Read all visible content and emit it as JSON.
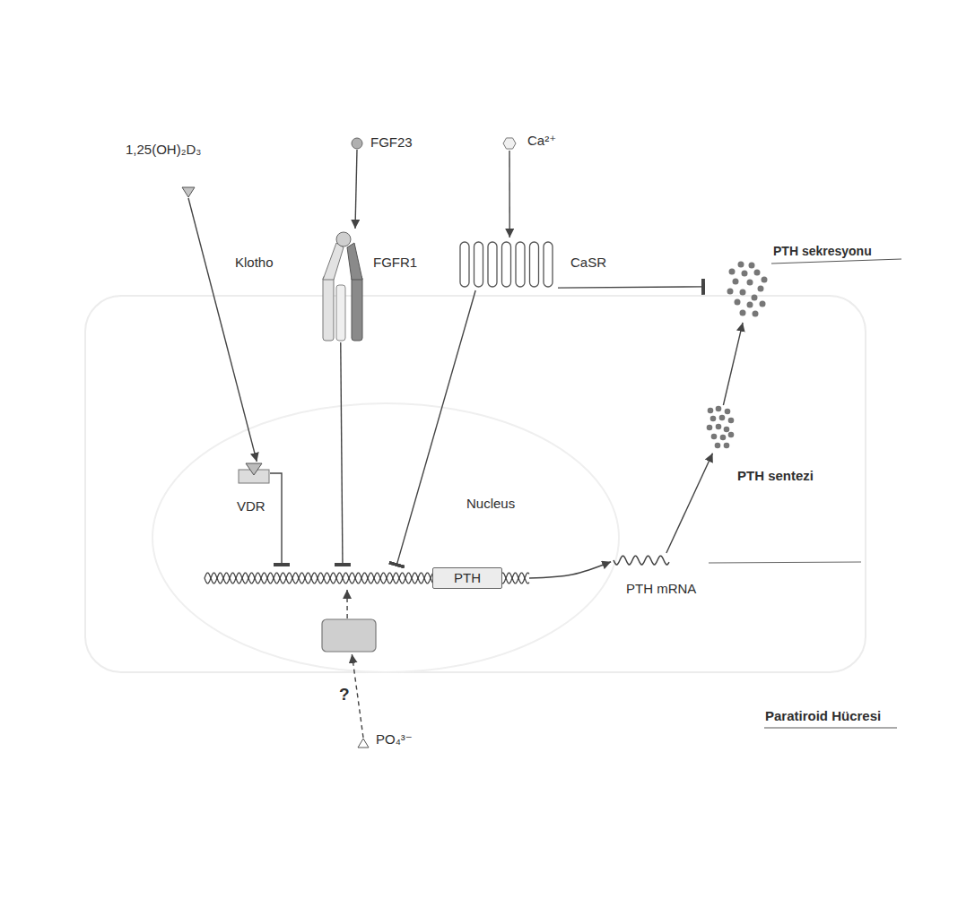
{
  "diagram": {
    "nodes": [
      {
        "text": [
          "1,25(OH)₂D₃"
        ]
      },
      {
        "text": [
          "FGF23"
        ]
      },
      {
        "text": [
          "Ca²⁺"
        ]
      },
      {
        "text": [
          "Klotho",
          "FGFR1"
        ]
      },
      {
        "text": [
          "CaSR"
        ]
      },
      {
        "text": [
          "VDR"
        ]
      },
      {
        "text": [
          "PTH"
        ]
      },
      {
        "text": [
          "PTH mRNA"
        ]
      },
      {
        "text": [
          "PTH sentezi"
        ]
      },
      {
        "text": [
          "PTH sekresyonu"
        ]
      },
      {
        "text": [
          "?"
        ]
      },
      {
        "text": [
          "PO₄³⁻"
        ]
      }
    ],
    "edges": [
      {
        "from": 0,
        "to": 5,
        "arrow": "to"
      },
      {
        "from": 1,
        "to": 3,
        "arrow": "to"
      },
      {
        "from": 2,
        "to": 4,
        "arrow": "to"
      },
      {
        "from": 5,
        "to": 6,
        "arrow": "to"
      },
      {
        "from": 3,
        "to": 6,
        "arrow": "to"
      },
      {
        "from": 4,
        "to": 6,
        "arrow": "to"
      },
      {
        "from": 4,
        "to": 9,
        "arrow": "to"
      },
      {
        "from": 6,
        "to": 7,
        "arrow": "to"
      },
      {
        "from": 7,
        "to": 8,
        "arrow": "to"
      },
      {
        "from": 8,
        "to": 9,
        "arrow": "to"
      },
      {
        "from": 11,
        "to": 10,
        "arrow": "to"
      },
      {
        "from": 10,
        "to": 6,
        "arrow": "to"
      }
    ],
    "labels": [
      "Nucleus",
      "Paratiroid Hücresi"
    ]
  }
}
